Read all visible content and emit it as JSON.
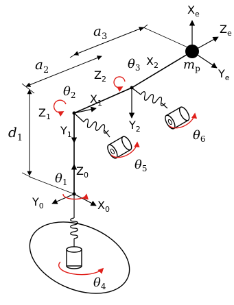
{
  "labels": {
    "a3": "a",
    "a3_sub": "3",
    "a2": "a",
    "a2_sub": "2",
    "d1": "d",
    "d1_sub": "1",
    "theta1": "θ",
    "theta1_sub": "1",
    "theta2": "θ",
    "theta2_sub": "2",
    "theta3": "θ",
    "theta3_sub": "3",
    "theta4": "θ",
    "theta4_sub": "4",
    "theta5": "θ",
    "theta5_sub": "5",
    "theta6": "θ",
    "theta6_sub": "6",
    "mp": "m",
    "mp_sub": "p",
    "Xe": "X",
    "Xe_sub": "e",
    "Ye": "Y",
    "Ye_sub": "e",
    "Ze": "Z",
    "Ze_sub": "e",
    "X0": "X",
    "X0_sub": "0",
    "Y0": "Y",
    "Y0_sub": "0",
    "Z0": "Z",
    "Z0_sub": "0",
    "X1": "X",
    "X1_sub": "1",
    "Y1": "Y",
    "Y1_sub": "1",
    "Z1": "Z",
    "Z1_sub": "1",
    "X2": "X",
    "X2_sub": "2",
    "Y2": "Y",
    "Y2_sub": "2",
    "Z2": "Z",
    "Z2_sub": "2"
  },
  "colors": {
    "line": "#000000",
    "rotation": "#e0201b"
  }
}
